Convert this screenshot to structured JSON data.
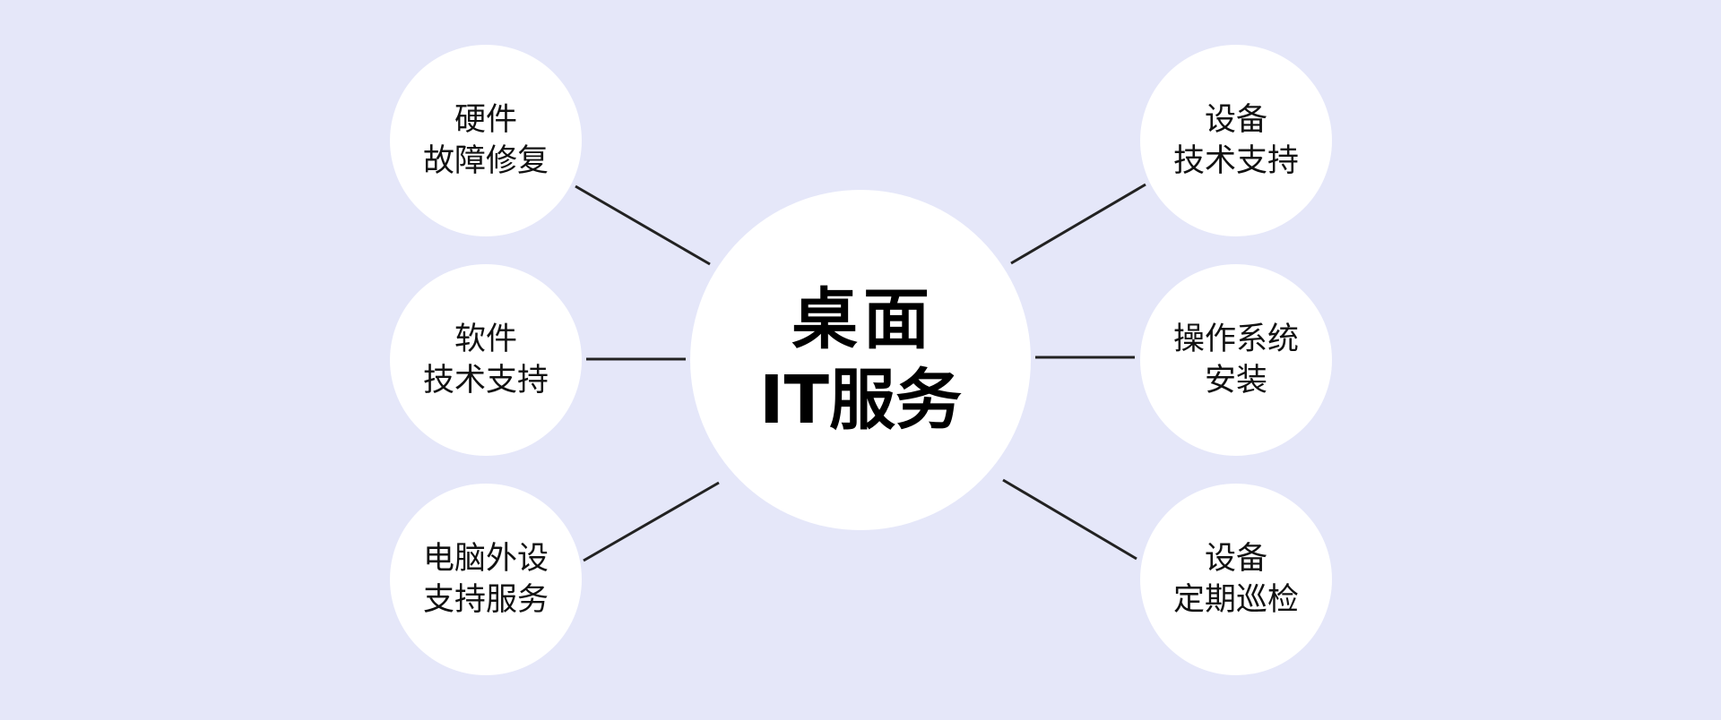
{
  "center": {
    "line1": "桌面",
    "line2": "IT服务"
  },
  "nodes": {
    "hardware": {
      "line1": "硬件",
      "line2": "故障修复"
    },
    "software": {
      "line1": "软件",
      "line2": "技术支持"
    },
    "peripheral": {
      "line1": "电脑外设",
      "line2": "支持服务"
    },
    "device_support": {
      "line1": "设备",
      "line2": "技术支持"
    },
    "os_install": {
      "line1": "操作系统",
      "line2": "安装"
    },
    "inspection": {
      "line1": "设备",
      "line2": "定期巡检"
    }
  },
  "colors": {
    "background": "#e5e7f9",
    "node_fill": "#ffffff",
    "connector": "#222222",
    "text": "#111111"
  }
}
